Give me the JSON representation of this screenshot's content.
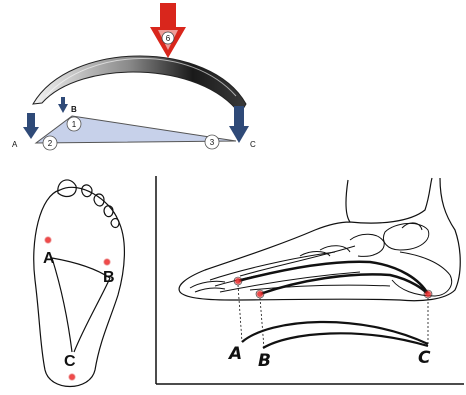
{
  "colors": {
    "force_arrow": "#d9261c",
    "support_arrow": "#2f4a78",
    "triangle_fill": "#c7d1ea",
    "triangle_stroke": "#555555",
    "arch_dark": "#1b1b1b",
    "arch_light": "#f2f2f2",
    "contact_dot": "#e02020",
    "line": "#111111"
  },
  "top_diagram": {
    "force_number": "6",
    "arch_point_label": "B",
    "support_labels": {
      "left": "A",
      "right": "C"
    },
    "circle_numbers": [
      "1",
      "2",
      "3"
    ]
  },
  "sole_diagram": {
    "point_labels": [
      "A",
      "B",
      "C"
    ]
  },
  "side_diagram": {
    "point_labels": [
      "A",
      "B",
      "C"
    ]
  }
}
